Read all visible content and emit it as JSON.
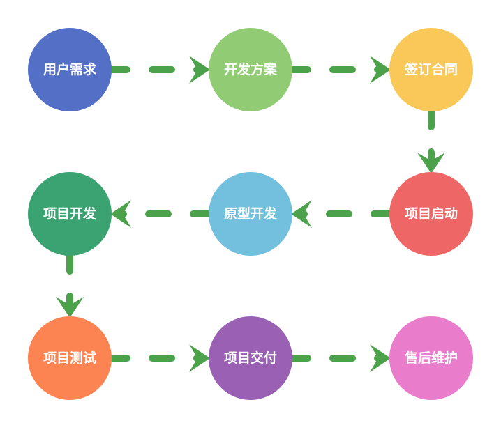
{
  "diagram": {
    "type": "flowchart",
    "connector_color": "#4ba24a",
    "nodes": [
      {
        "id": "n1",
        "label": "用户需求",
        "color": "#5470c6"
      },
      {
        "id": "n2",
        "label": "开发方案",
        "color": "#91cc75"
      },
      {
        "id": "n3",
        "label": "签订合同",
        "color": "#fac858"
      },
      {
        "id": "n4",
        "label": "项目启动",
        "color": "#ee6666"
      },
      {
        "id": "n5",
        "label": "原型开发",
        "color": "#73c0de"
      },
      {
        "id": "n6",
        "label": "项目开发",
        "color": "#3ba272"
      },
      {
        "id": "n7",
        "label": "项目测试",
        "color": "#fc8452"
      },
      {
        "id": "n8",
        "label": "项目交付",
        "color": "#9a60b4"
      },
      {
        "id": "n9",
        "label": "售后维护",
        "color": "#ea7ccc"
      }
    ],
    "edges": [
      {
        "from": "n1",
        "to": "n2"
      },
      {
        "from": "n2",
        "to": "n3"
      },
      {
        "from": "n3",
        "to": "n4"
      },
      {
        "from": "n4",
        "to": "n5"
      },
      {
        "from": "n5",
        "to": "n6"
      },
      {
        "from": "n6",
        "to": "n7"
      },
      {
        "from": "n7",
        "to": "n8"
      },
      {
        "from": "n8",
        "to": "n9"
      }
    ]
  }
}
